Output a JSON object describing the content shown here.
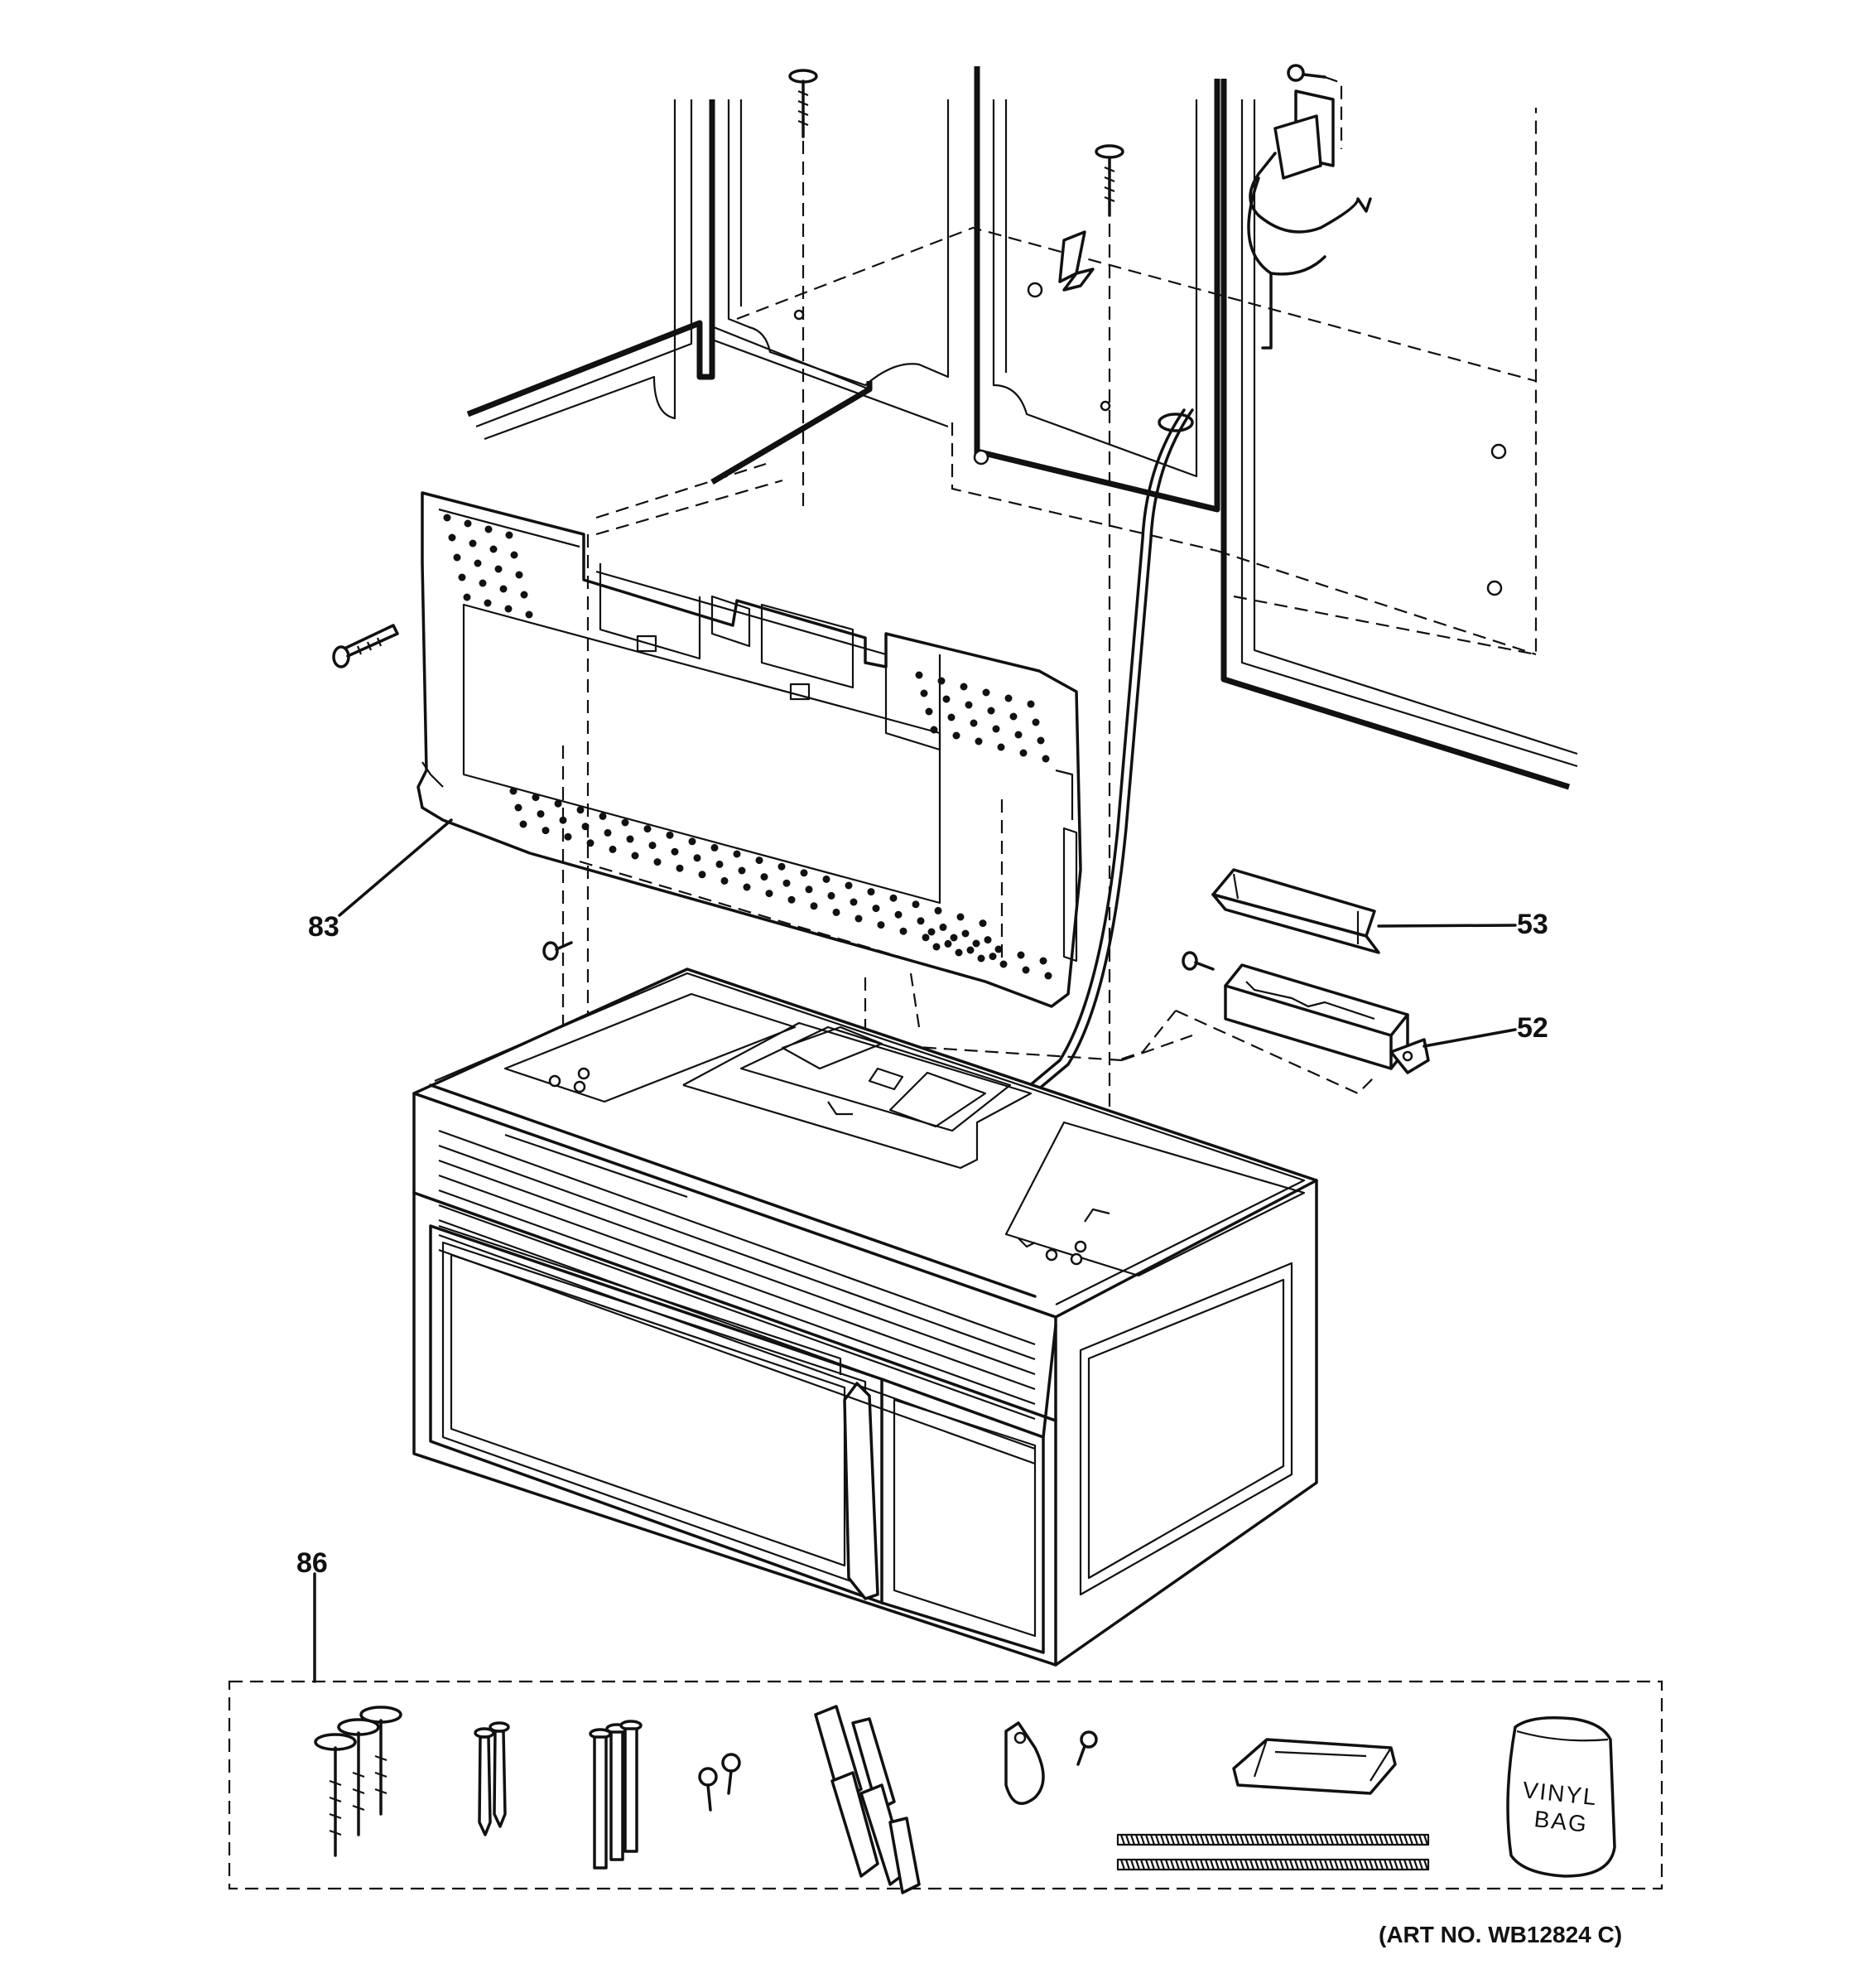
{
  "diagram": {
    "callouts": {
      "backplate": "83",
      "duct_cover": "53",
      "damper_box": "52",
      "hardware_kit": "86"
    },
    "bag_label": {
      "line1": "VINYL",
      "line2": "BAG"
    },
    "art_number": "(ART NO. WB12824 C)"
  }
}
